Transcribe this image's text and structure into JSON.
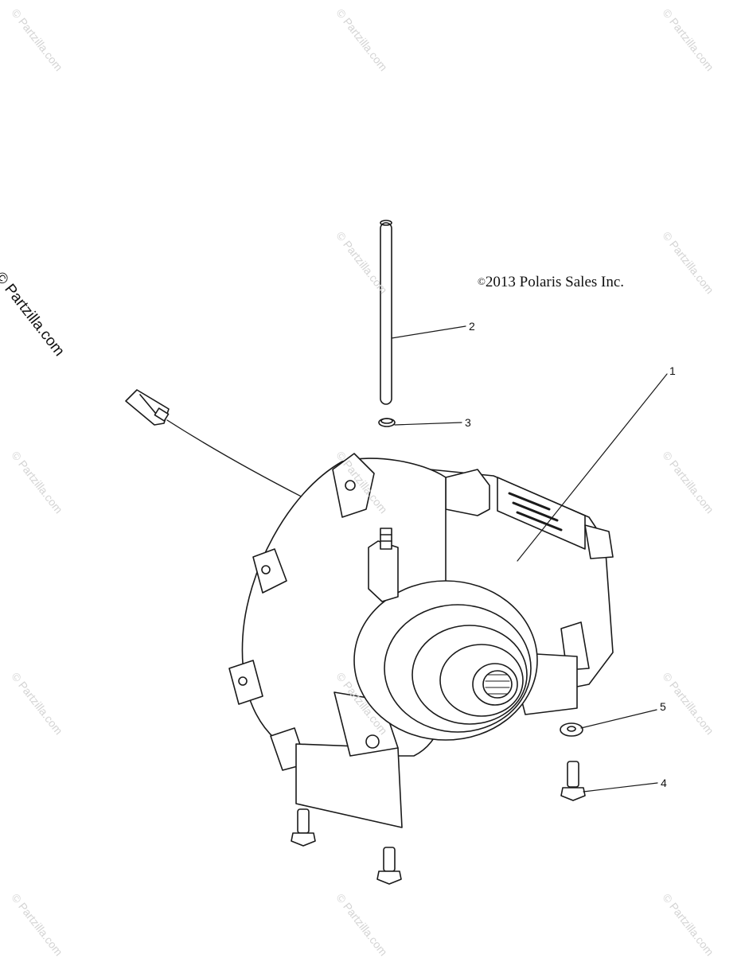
{
  "diagram": {
    "copyright_symbol": "©",
    "copyright_text": "2013 Polaris Sales Inc.",
    "watermark": "© Partzilla.com",
    "callouts": [
      {
        "label": "1"
      },
      {
        "label": "2"
      },
      {
        "label": "3"
      },
      {
        "label": "4"
      },
      {
        "label": "5"
      }
    ]
  }
}
